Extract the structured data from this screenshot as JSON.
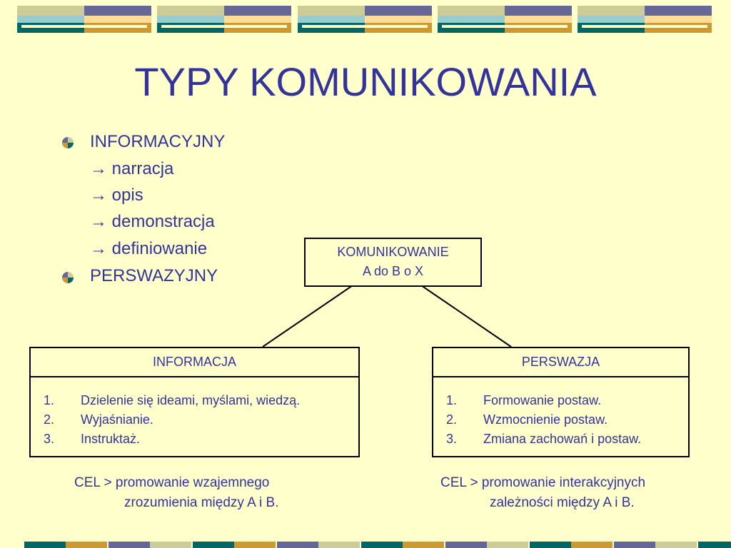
{
  "slide": {
    "title": "TYPY KOMUNIKOWANIA",
    "bullets": [
      {
        "text": "INFORMACYJNY",
        "has_bullet": true
      },
      {
        "text": "→ narracja",
        "has_bullet": false
      },
      {
        "text": "→ opis",
        "has_bullet": false
      },
      {
        "text": "→ demonstracja",
        "has_bullet": false
      },
      {
        "text": "→ definiowanie",
        "has_bullet": false
      },
      {
        "text": "PERSWAZYJNY",
        "has_bullet": true
      }
    ]
  },
  "diagram": {
    "root": {
      "line1": "KOMUNIKOWANIE",
      "line2": "A do B o X"
    },
    "left": {
      "header": "INFORMACJA",
      "items": [
        {
          "num": "1.",
          "text": "Dzielenie się ideami, myślami, wiedzą."
        },
        {
          "num": "2.",
          "text": "Wyjaśnianie."
        },
        {
          "num": "3.",
          "text": "Instruktaż."
        }
      ],
      "goal_line1": "CEL > promowanie wzajemnego",
      "goal_line2": "zrozumienia między A i B."
    },
    "right": {
      "header": "PERSWAZJA",
      "items": [
        {
          "num": "1.",
          "text": "Formowanie postaw."
        },
        {
          "num": "2.",
          "text": "Wzmocnienie postaw."
        },
        {
          "num": "3.",
          "text": "Zmiana zachowań i postaw."
        }
      ],
      "goal_line1": "CEL > promowanie interakcyjnych",
      "goal_line2": "zależności między A i B."
    }
  },
  "theme": {
    "background": "#FFFFCC",
    "text": "#333399",
    "teal": "#006666",
    "gold": "#CC9933",
    "purple": "#666699",
    "sage": "#CCCC99",
    "pale_teal": "#99CCCC",
    "pale_gold": "#FFDD99",
    "bullet_icon": "quartered-circle-icon"
  }
}
